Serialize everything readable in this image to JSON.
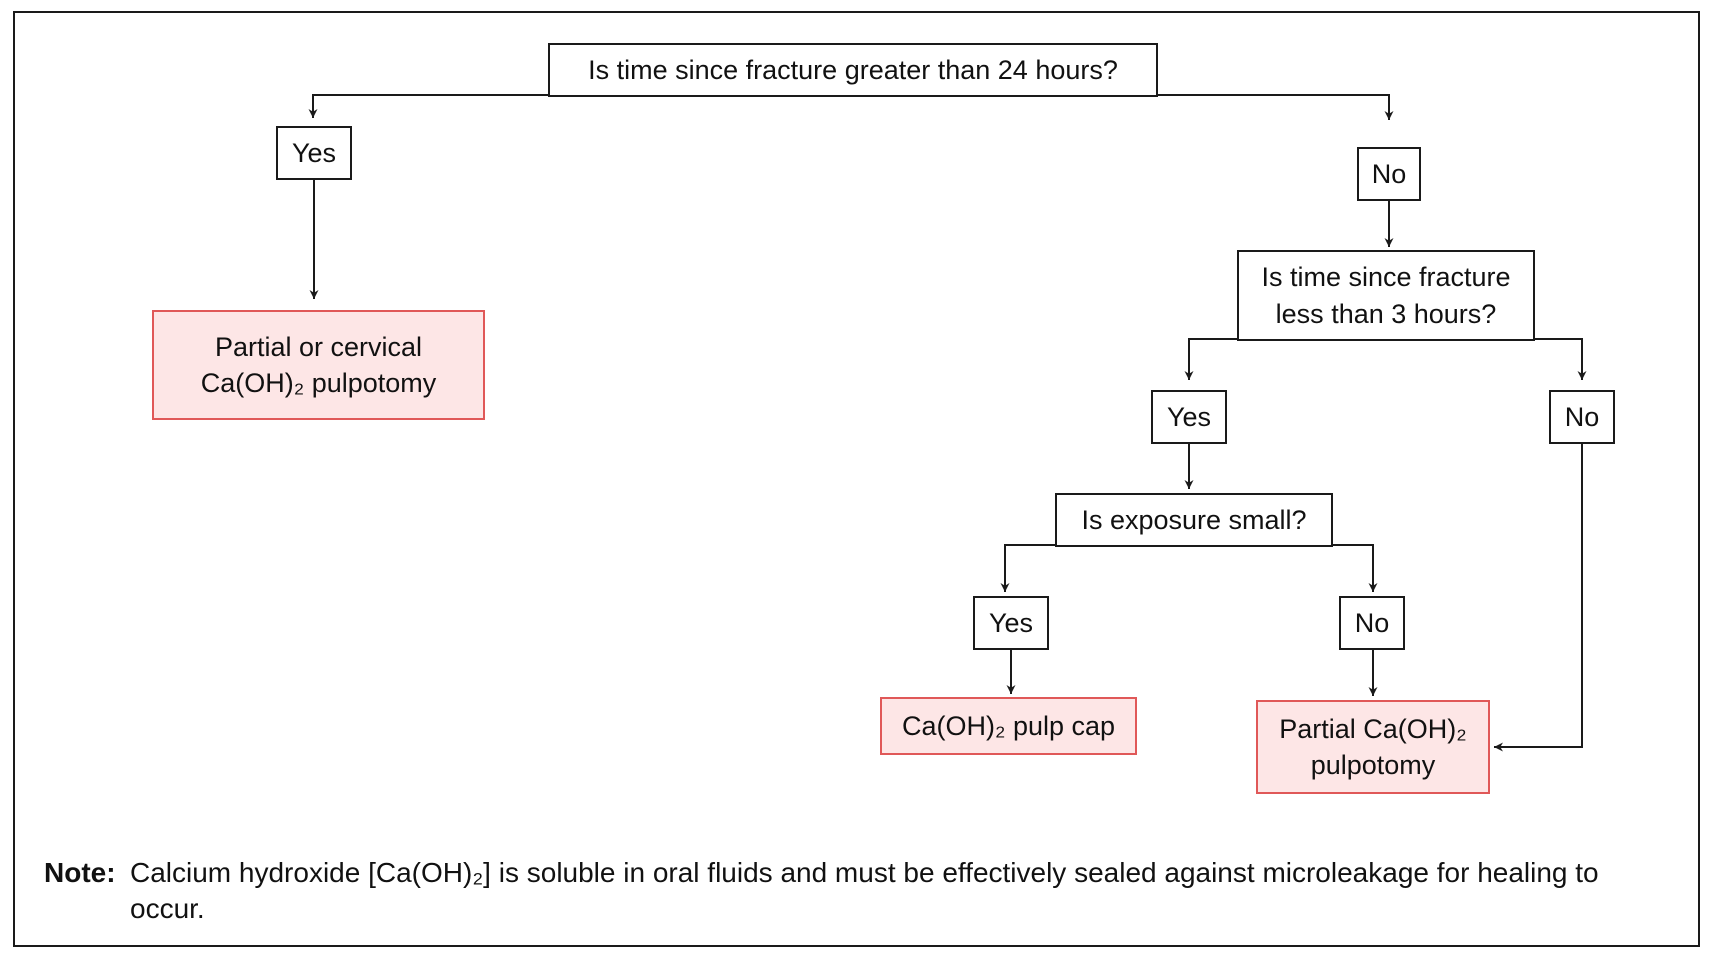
{
  "flowchart": {
    "root_question": "Is time since fracture greater than 24 hours?",
    "left_branch": {
      "answer": "Yes",
      "outcome": [
        "Partial or cervical",
        "Ca(OH)₂ pulpotomy"
      ]
    },
    "right_branch": {
      "answer": "No",
      "question": [
        "Is time since fracture",
        "less than 3 hours?"
      ],
      "yes_branch": {
        "answer": "Yes",
        "question": "Is exposure small?",
        "yes_answer": "Yes",
        "yes_outcome": "Ca(OH)₂ pulp cap",
        "no_answer": "No",
        "no_outcome": [
          "Partial Ca(OH)₂",
          "pulpotomy"
        ]
      },
      "no_answer": "No"
    }
  },
  "note": {
    "label": "Note:",
    "text": "Calcium hydroxide [Ca(OH)₂] is soluble in oral fluids and must be effectively sealed against microleakage for healing to occur."
  },
  "colors": {
    "outcome_fill": "#fde6e6",
    "outcome_border": "#e05858",
    "line": "#1a1a1a"
  }
}
